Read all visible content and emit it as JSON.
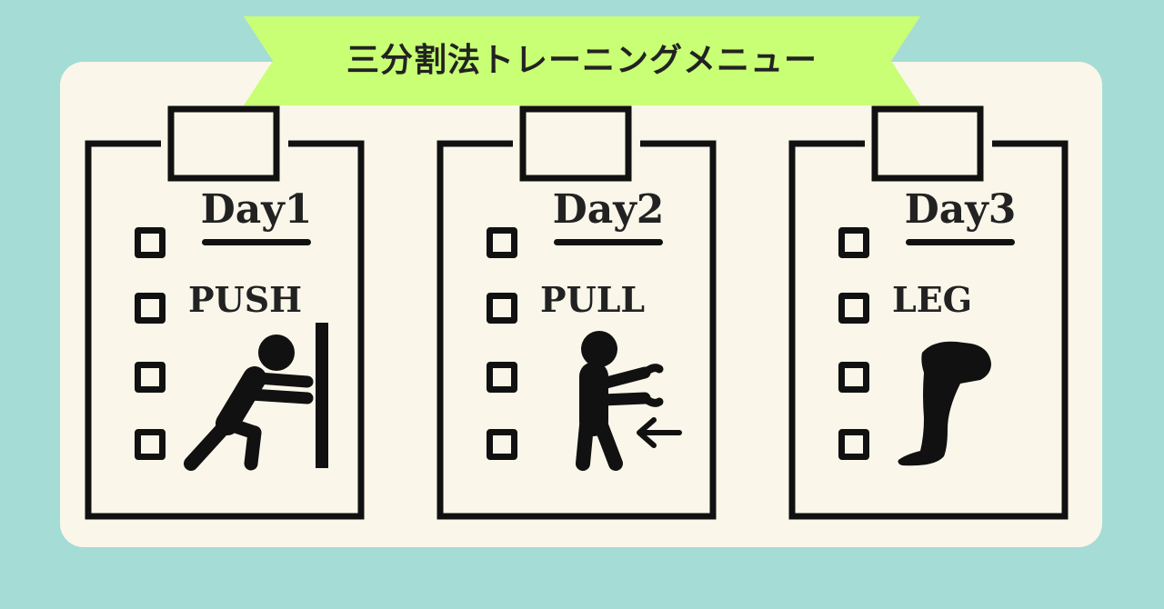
{
  "title": "三分割法トレーニングメニュー",
  "colors": {
    "background": "#a5dcd6",
    "panel": "#faf7ea",
    "banner": "#c8ff75",
    "ink": "#111111"
  },
  "boards": [
    {
      "day": "Day1",
      "category": "PUSH",
      "icon": "person-pushing-wall-icon"
    },
    {
      "day": "Day2",
      "category": "PULL",
      "icon": "person-pulling-icon"
    },
    {
      "day": "Day3",
      "category": "LEG",
      "icon": "leg-icon"
    }
  ]
}
